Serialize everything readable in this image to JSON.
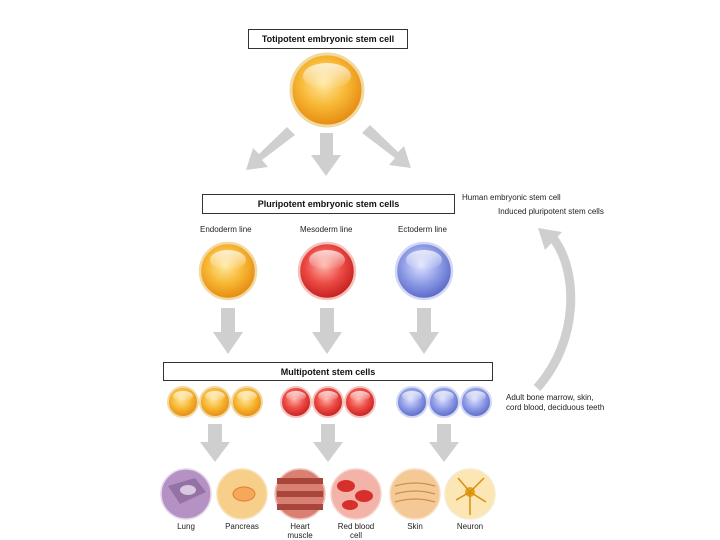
{
  "boxes": {
    "totipotent": "Totipotent embryonic stem cell",
    "pluripotent": "Pluripotent embryonic stem cells",
    "multipotent": "Multipotent stem cells"
  },
  "lines": {
    "endoderm": "Endoderm line",
    "mesoderm": "Mesoderm line",
    "ectoderm": "Ectoderm line"
  },
  "side_labels": {
    "human_esc": "Human embryonic stem cell",
    "induced": "Induced pluripotent stem cells",
    "adult_1": "Adult bone marrow, skin,",
    "adult_2": "cord blood, deciduous teeth"
  },
  "cells": [
    {
      "label_1": "Lung",
      "label_2": ""
    },
    {
      "label_1": "Pancreas",
      "label_2": ""
    },
    {
      "label_1": "Heart",
      "label_2": "muscle"
    },
    {
      "label_1": "Red blood",
      "label_2": "cell"
    },
    {
      "label_1": "Skin",
      "label_2": ""
    },
    {
      "label_1": "Neuron",
      "label_2": ""
    }
  ],
  "colors": {
    "orange": "#f5a623",
    "red": "#e8393a",
    "blue": "#7d8ee0",
    "arrow": "#cfcfcf"
  }
}
